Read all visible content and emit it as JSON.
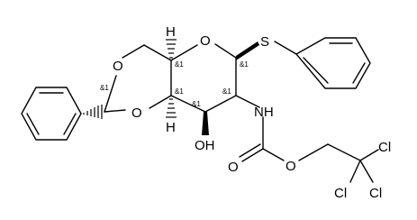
{
  "atoms": {
    "o_dioxane_top": "O",
    "o_dioxane_bottom": "O",
    "o_ring": "O",
    "s_thio": "S",
    "h_top": "H",
    "h_bottom": "H",
    "oh": "OH",
    "nh": "NH",
    "o_carbonyl": "O",
    "o_ester": "O",
    "cl_top": "Cl",
    "cl_bottom_left": "Cl",
    "cl_bottom_right": "Cl"
  },
  "stereo_labels": {
    "acetal": "&1",
    "c5": "&1",
    "c1": "&1",
    "c4": "&1",
    "c3": "&1",
    "c2": "&1"
  }
}
